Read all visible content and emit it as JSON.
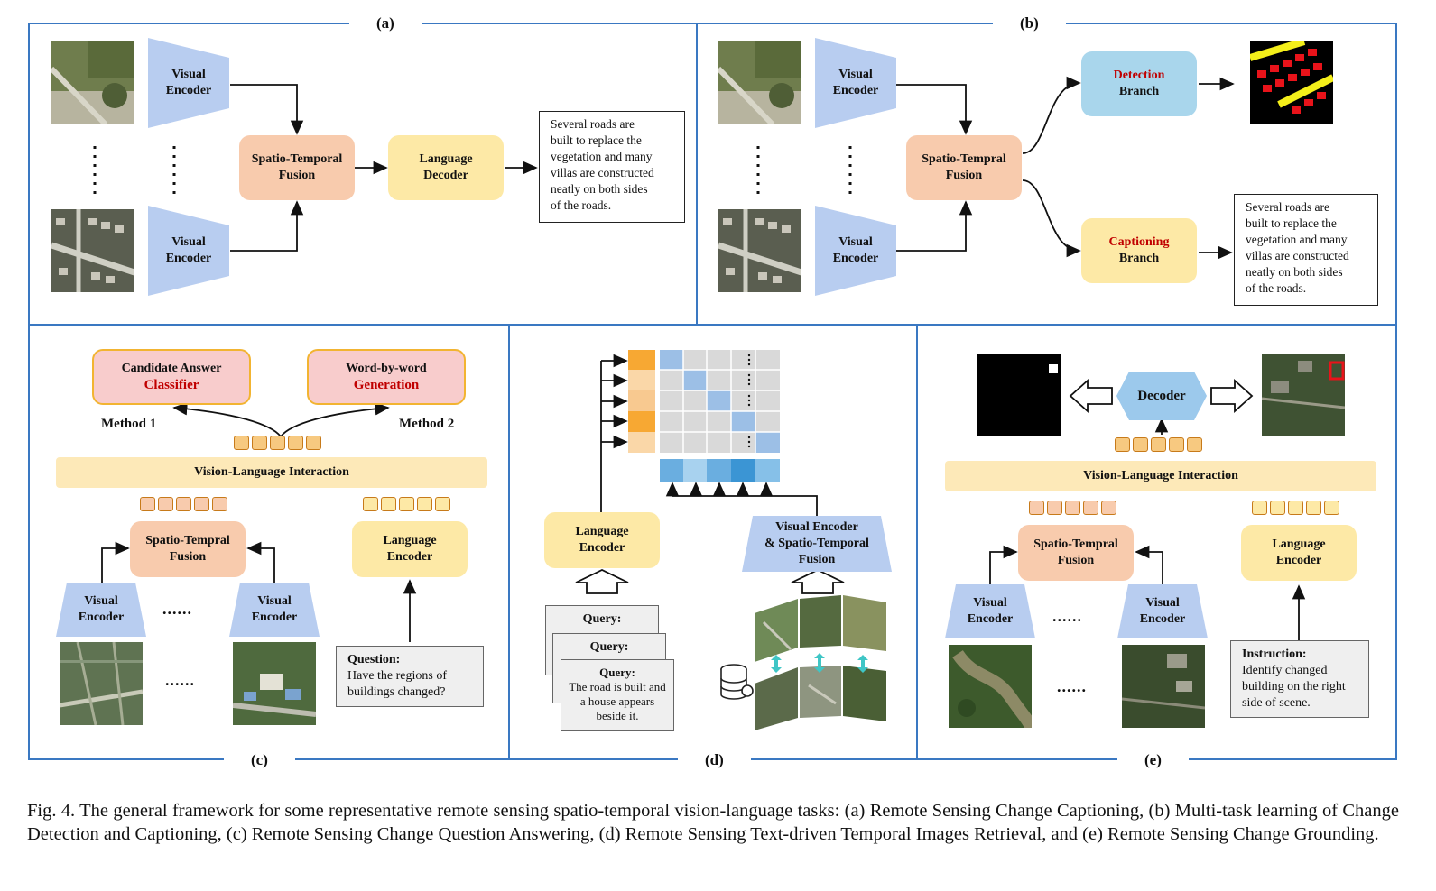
{
  "panels": {
    "a": "(a)",
    "b": "(b)",
    "c": "(c)",
    "d": "(d)",
    "e": "(e)"
  },
  "a": {
    "visual_encoder": "Visual\nEncoder",
    "fusion": "Spatio-Temporal\nFusion",
    "decoder": "Language\nDecoder",
    "output": "Several roads are\nbuilt to replace the\nvegetation and many\nvillas are constructed\nneatly on both sides\nof the roads."
  },
  "b": {
    "visual_encoder": "Visual\nEncoder",
    "fusion": "Spatio-Tempral\nFusion",
    "detection_word": "Detection",
    "captioning_word": "Captioning",
    "branch_word": "Branch",
    "output": "Several roads are\nbuilt to replace the\nvegetation and many\nvillas are constructed\nneatly on both sides\nof the roads."
  },
  "c": {
    "candidate_line1": "Candidate Answer",
    "candidate_line2": "Classifier",
    "word_line1": "Word-by-word",
    "word_line2": "Generation",
    "method1": "Method 1",
    "method2": "Method 2",
    "interaction": "Vision-Language Interaction",
    "fusion": "Spatio-Tempral\nFusion",
    "language_encoder": "Language\nEncoder",
    "visual_encoder": "Visual\nEncoder",
    "ellipsis": "......",
    "question_label": "Question:",
    "question_text": "Have the regions of buildings changed?"
  },
  "d": {
    "language_encoder": "Language\nEncoder",
    "visual_fusion": "Visual Encoder\n& Spatio-Temporal\nFusion",
    "query_label": "Query:",
    "query_text": "The road is built and a house appears beside it."
  },
  "e": {
    "decoder": "Decoder",
    "interaction": "Vision-Language Interaction",
    "fusion": "Spatio-Tempral\nFusion",
    "language_encoder": "Language\nEncoder",
    "visual_encoder": "Visual\nEncoder",
    "ellipsis": "......",
    "instruction_label": "Instruction:",
    "instruction_text": "Identify changed building on the right side of scene."
  },
  "caption": "Fig. 4.  The general framework for some representative remote sensing spatio-temporal vision-language tasks: (a) Remote Sensing Change Captioning, (b) Multi-task learning of Change Detection and Captioning, (c) Remote Sensing Change Question Answering, (d) Remote Sensing Text-driven Temporal Images Retrieval, and (e) Remote Sensing Change Grounding.",
  "colors": {
    "frame": "#3a78c2",
    "fusion": "#f8cbad",
    "decoder": "#fde9a6",
    "encoder": "#b8cdf0",
    "highlight": "#c00000"
  }
}
